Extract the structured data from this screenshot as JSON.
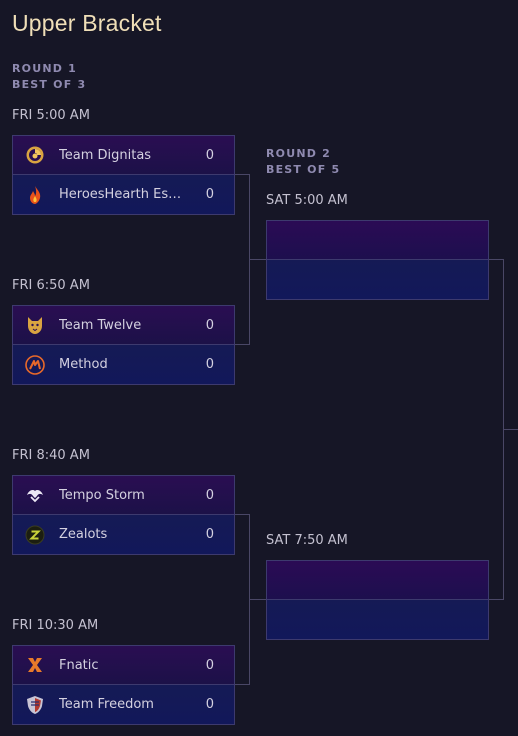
{
  "header": {
    "title": "Upper Bracket"
  },
  "round1": {
    "label": "ROUND 1",
    "format": "BEST OF 3",
    "matches": [
      {
        "time": "FRI 5:00 AM",
        "teams": [
          {
            "name": "Team Dignitas",
            "score": "0",
            "icon": "dignitas-logo-icon"
          },
          {
            "name": "HeroesHearth Esports",
            "score": "0",
            "icon": "heroeshearth-logo-icon"
          }
        ]
      },
      {
        "time": "FRI 6:50 AM",
        "teams": [
          {
            "name": "Team Twelve",
            "score": "0",
            "icon": "team-twelve-logo-icon"
          },
          {
            "name": "Method",
            "score": "0",
            "icon": "method-logo-icon"
          }
        ]
      },
      {
        "time": "FRI 8:40 AM",
        "teams": [
          {
            "name": "Tempo Storm",
            "score": "0",
            "icon": "tempo-storm-logo-icon"
          },
          {
            "name": "Zealots",
            "score": "0",
            "icon": "zealots-logo-icon"
          }
        ]
      },
      {
        "time": "FRI 10:30 AM",
        "teams": [
          {
            "name": "Fnatic",
            "score": "0",
            "icon": "fnatic-logo-icon"
          },
          {
            "name": "Team Freedom",
            "score": "0",
            "icon": "team-freedom-logo-icon"
          }
        ]
      }
    ]
  },
  "round2": {
    "label": "ROUND 2",
    "format": "BEST OF 5",
    "matches": [
      {
        "time": "SAT 5:00 AM"
      },
      {
        "time": "SAT 7:50 AM"
      }
    ]
  },
  "colors": {
    "background": "#161626",
    "title": "#f0dfb8",
    "round_label": "#8f8ab0",
    "slot_top": "#2a0e52",
    "slot_bottom": "#12185a",
    "border": "#3d3a6e",
    "connector": "#4a4766"
  }
}
